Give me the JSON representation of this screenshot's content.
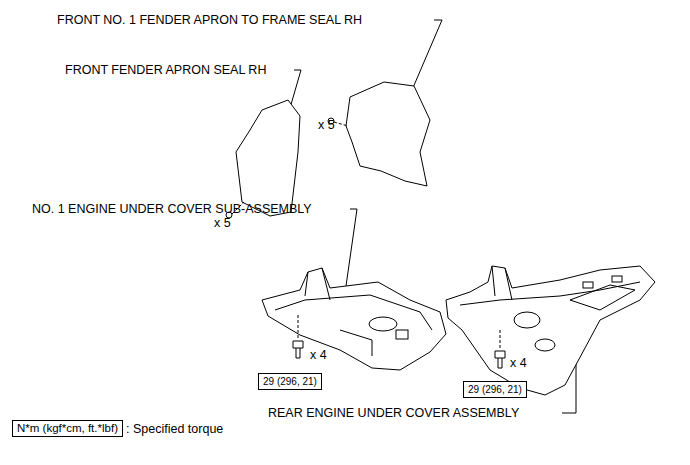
{
  "diagram": {
    "nodes": [
      {
        "text": [
          "29 (296, 21)"
        ]
      },
      {
        "text": [
          "29 (296, 21)"
        ]
      },
      {
        "text": [
          "N*m (kgf*cm, ft.*lbf)"
        ]
      }
    ],
    "labels": [
      "FRONT NO. 1 FENDER APRON TO FRAME SEAL RH",
      "FRONT FENDER APRON SEAL RH",
      "x 5",
      "x 5",
      "NO. 1 ENGINE UNDER COVER SUB-ASSEMBLY",
      "x 4",
      "x 4",
      "REAR ENGINE UNDER COVER ASSEMBLY",
      ": Specified torque"
    ]
  }
}
